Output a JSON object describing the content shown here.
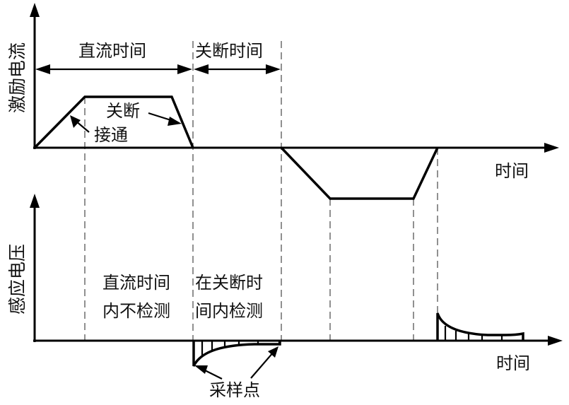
{
  "diagram": {
    "top_panel": {
      "y_axis_label": "激励电流",
      "x_axis_label": "时间",
      "span_labels": {
        "dc_time": "直流时间",
        "off_time": "关断时间"
      },
      "annotations": {
        "turn_off": "关断",
        "turn_on": "接通"
      }
    },
    "bottom_panel": {
      "y_axis_label": "感应电压",
      "x_axis_label": "时间",
      "notes": {
        "dc_no_detect_line1": "直流时间",
        "dc_no_detect_line2": "内不检测",
        "off_detect_line1": "在关断时",
        "off_detect_line2": "间内检测"
      },
      "sample_points_label": "采样点"
    }
  }
}
